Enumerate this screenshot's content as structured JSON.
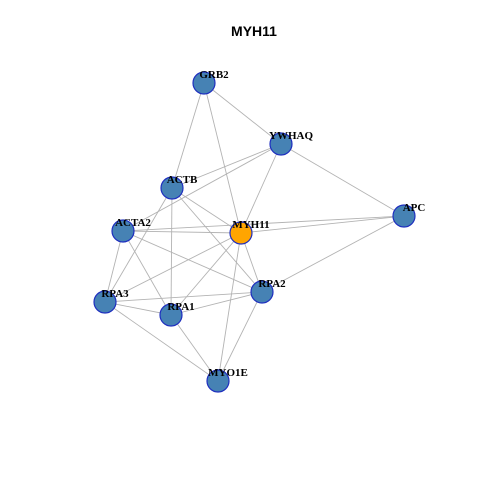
{
  "title": "MYH11",
  "colors": {
    "background": "#ffffff",
    "node_default": "#4682b4",
    "node_focus": "#ffa500",
    "node_border": "#1f2fbf",
    "edge": "#b3b3b3"
  },
  "nodes": [
    {
      "id": "GRB2",
      "label": "GRB2",
      "focus": false
    },
    {
      "id": "YWHAQ",
      "label": "YWHAQ",
      "focus": false
    },
    {
      "id": "ACTB",
      "label": "ACTB",
      "focus": false
    },
    {
      "id": "APC",
      "label": "APC",
      "focus": false
    },
    {
      "id": "ACTA2",
      "label": "ACTA2",
      "focus": false
    },
    {
      "id": "MYH11",
      "label": "MYH11",
      "focus": true
    },
    {
      "id": "RPA2",
      "label": "RPA2",
      "focus": false
    },
    {
      "id": "RPA3",
      "label": "RPA3",
      "focus": false
    },
    {
      "id": "RPA1",
      "label": "RPA1",
      "focus": false
    },
    {
      "id": "MYO1E",
      "label": "MYO1E",
      "focus": false
    }
  ],
  "edges": [
    [
      "GRB2",
      "YWHAQ"
    ],
    [
      "GRB2",
      "ACTB"
    ],
    [
      "GRB2",
      "MYH11"
    ],
    [
      "YWHAQ",
      "ACTB"
    ],
    [
      "YWHAQ",
      "ACTA2"
    ],
    [
      "YWHAQ",
      "APC"
    ],
    [
      "YWHAQ",
      "MYH11"
    ],
    [
      "ACTB",
      "MYH11"
    ],
    [
      "ACTB",
      "RPA2"
    ],
    [
      "ACTB",
      "RPA3"
    ],
    [
      "ACTB",
      "RPA1"
    ],
    [
      "ACTA2",
      "MYH11"
    ],
    [
      "ACTA2",
      "RPA2"
    ],
    [
      "ACTA2",
      "RPA3"
    ],
    [
      "ACTA2",
      "RPA1"
    ],
    [
      "APC",
      "MYH11"
    ],
    [
      "APC",
      "RPA2"
    ],
    [
      "APC",
      "ACTA2"
    ],
    [
      "MYH11",
      "RPA2"
    ],
    [
      "MYH11",
      "RPA3"
    ],
    [
      "MYH11",
      "RPA1"
    ],
    [
      "MYH11",
      "MYO1E"
    ],
    [
      "RPA2",
      "RPA3"
    ],
    [
      "RPA2",
      "RPA1"
    ],
    [
      "RPA2",
      "MYO1E"
    ],
    [
      "RPA3",
      "RPA1"
    ],
    [
      "RPA3",
      "MYO1E"
    ],
    [
      "RPA1",
      "MYO1E"
    ]
  ]
}
